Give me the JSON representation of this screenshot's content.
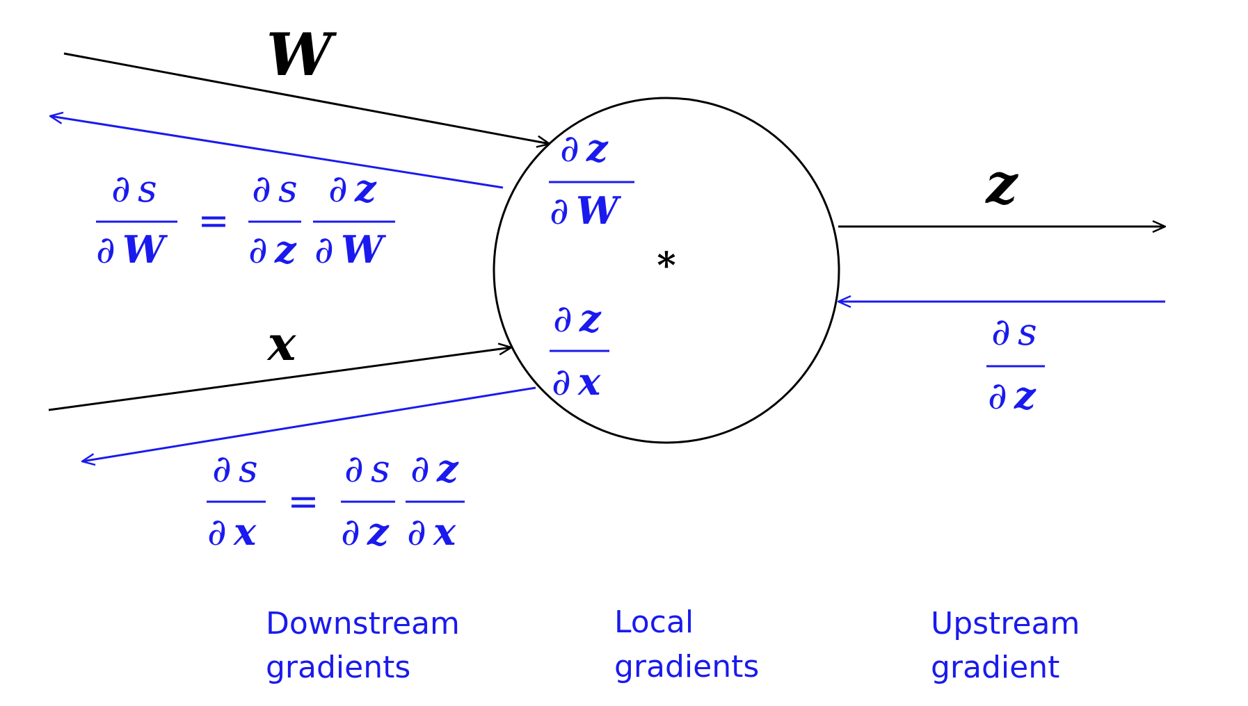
{
  "colors": {
    "forward": "#000000",
    "backward": "#1a1aee"
  },
  "symbols": {
    "partial": "∂",
    "equals": "=",
    "op": "*"
  },
  "nodes": {
    "W": "W",
    "x": "x",
    "z": "z",
    "s": "s"
  },
  "captions": {
    "downstream": [
      "Downstream",
      "gradients"
    ],
    "local": [
      "Local",
      "gradients"
    ],
    "upstream": [
      "Upstream",
      "gradient"
    ]
  }
}
